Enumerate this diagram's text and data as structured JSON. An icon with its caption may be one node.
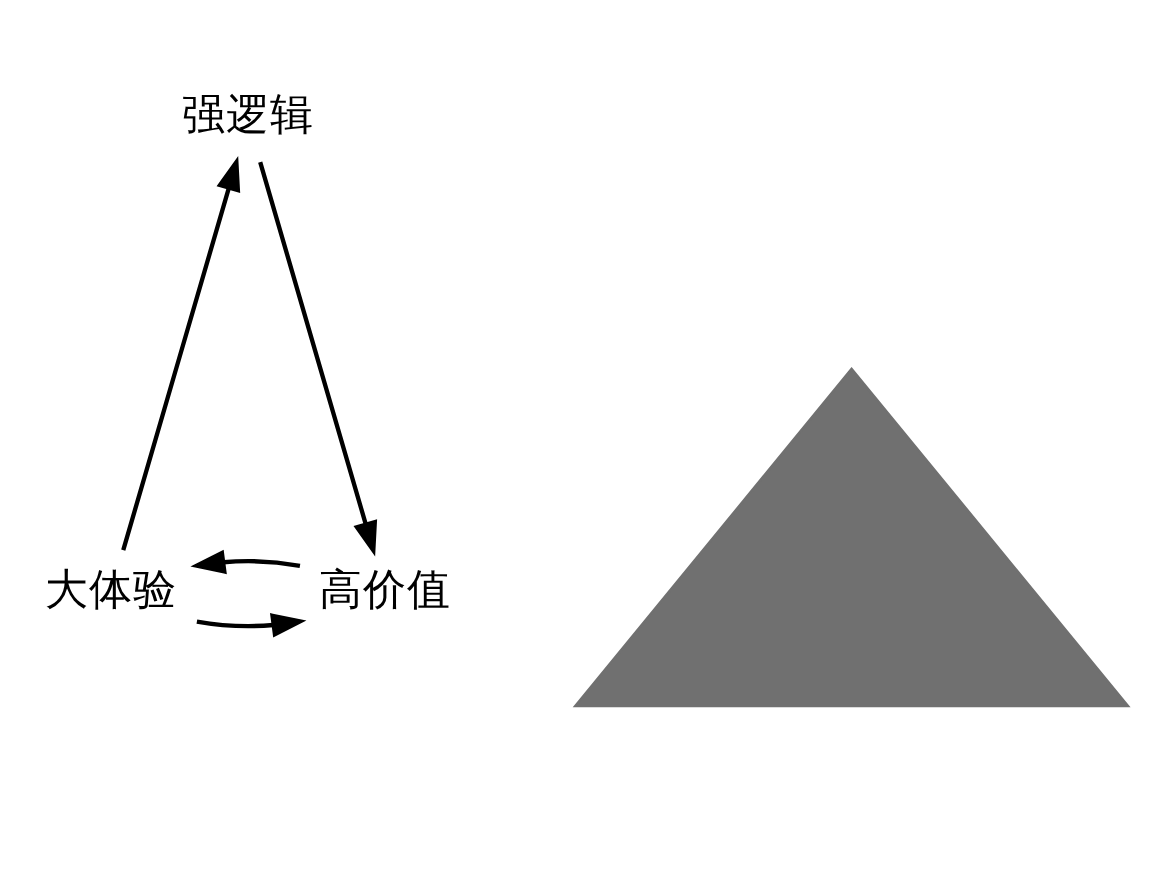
{
  "diagram": {
    "nodes": [
      {
        "text": [
          "强逻辑"
        ]
      },
      {
        "text": [],
        "shape": "triangle"
      },
      {
        "text": [
          "大体验"
        ]
      },
      {
        "text": [
          "高价值"
        ]
      }
    ],
    "edges": [
      {
        "from": 2,
        "to": 0,
        "arrow": "to"
      },
      {
        "from": 0,
        "to": 3,
        "arrow": "to"
      },
      {
        "from": 2,
        "to": 3,
        "arrow": "to"
      },
      {
        "from": 3,
        "to": 2,
        "arrow": "to"
      }
    ]
  }
}
